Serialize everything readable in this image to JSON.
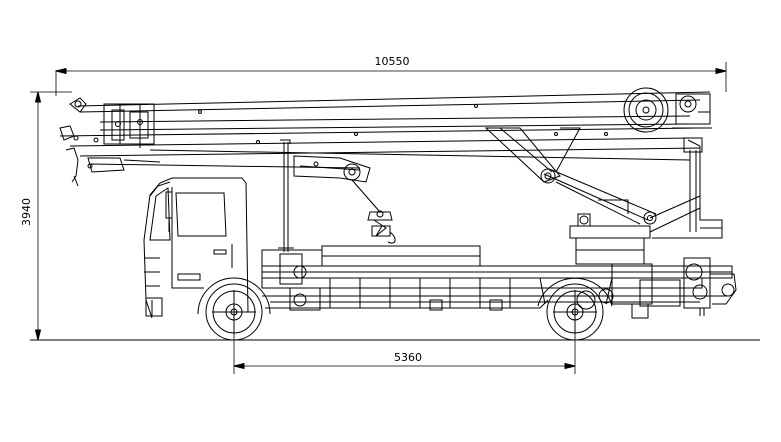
{
  "dimensions": {
    "overall_length": "10550",
    "overall_height": "3940",
    "wheelbase": "5360"
  },
  "colors": {
    "line": "#000000",
    "background": "#ffffff"
  }
}
